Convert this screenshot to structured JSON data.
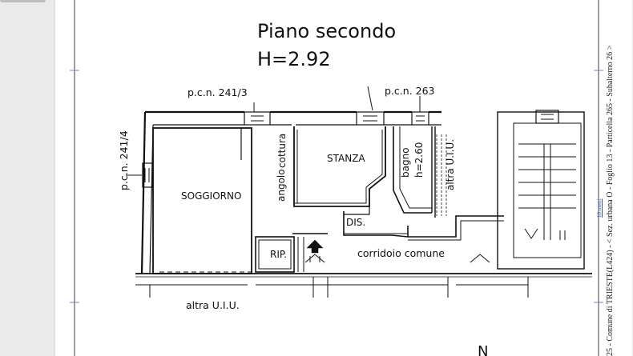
{
  "plan": {
    "title": "Piano secondo",
    "height": "H=2.92",
    "labels": {
      "pcn_241_3": "p.c.n. 241/3",
      "pcn_263": "p.c.n. 263",
      "pcn_241_4": "p.c.n. 241/4",
      "soggiorno": "SOGGIORNO",
      "angolo": "angolo",
      "cottura": "cottura",
      "stanza": "STANZA",
      "bagno": "bagno",
      "bagno_h": "h=2.60",
      "altra_uiu_right": "altra U.I.U.",
      "dis": "DIS.",
      "rip": "RIP.",
      "corridoio": "corridoio comune",
      "altra_uiu_bottom": "altra U.I.U.",
      "north": "N"
    }
  },
  "side": {
    "document_ref": "25 - Comune di TRIESTE(L424) - < Sez. urbana O - Foglio 13 - Particella 265 - Subalterno 26 >",
    "scale_note": "10 metri"
  },
  "colors": {
    "ink": "#111111",
    "page": "#ffffff",
    "viewer": "#e9e9e9",
    "link": "#3355bb"
  }
}
